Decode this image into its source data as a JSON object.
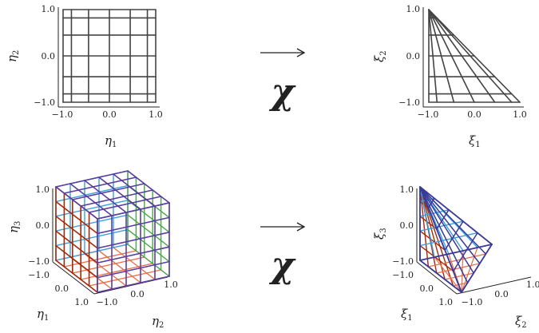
{
  "top_left": {
    "x_label": "η",
    "x_sub": "1",
    "y_label": "η",
    "y_sub": "2",
    "x_ticks": [
      "−1.0",
      "0.0",
      "1.0"
    ],
    "y_ticks": [
      "1.0",
      "0.0",
      "−1.0"
    ]
  },
  "top_right": {
    "x_label": "ξ",
    "x_sub": "1",
    "y_label": "ξ",
    "y_sub": "2",
    "x_ticks": [
      "−1.0",
      "0.0",
      "1.0"
    ],
    "y_ticks": [
      "1.0",
      "0.0",
      "−1.0"
    ]
  },
  "bottom_left": {
    "a_label": "η",
    "a_sub": "1",
    "b_label": "η",
    "b_sub": "2",
    "c_label": "η",
    "c_sub": "3",
    "a_ticks": [
      "−1.0",
      "0.0",
      "1.0"
    ],
    "b_ticks": [
      "−1.0",
      "0.0",
      "1.0"
    ],
    "c_ticks": [
      "1.0",
      "0.0",
      "−1.0"
    ]
  },
  "bottom_right": {
    "a_label": "ξ",
    "a_sub": "1",
    "b_label": "ξ",
    "b_sub": "2",
    "c_label": "ξ",
    "c_sub": "3",
    "a_ticks": [
      "−1.0",
      "0.0",
      "1.0"
    ],
    "b_ticks": [
      "−1.0",
      "0.0",
      "1.0"
    ],
    "c_ticks": [
      "1.0",
      "0.0",
      "−1.0"
    ]
  },
  "map_symbol": "χ",
  "arrow_symbol": "⟶",
  "colors": {
    "grid": "#444444",
    "dark_red": "#a52a0a",
    "orange": "#e8704a",
    "light_blue": "#3aa0e0",
    "green": "#4aa84a",
    "purple": "#5a3ea0",
    "navy": "#3a3a9a"
  }
}
